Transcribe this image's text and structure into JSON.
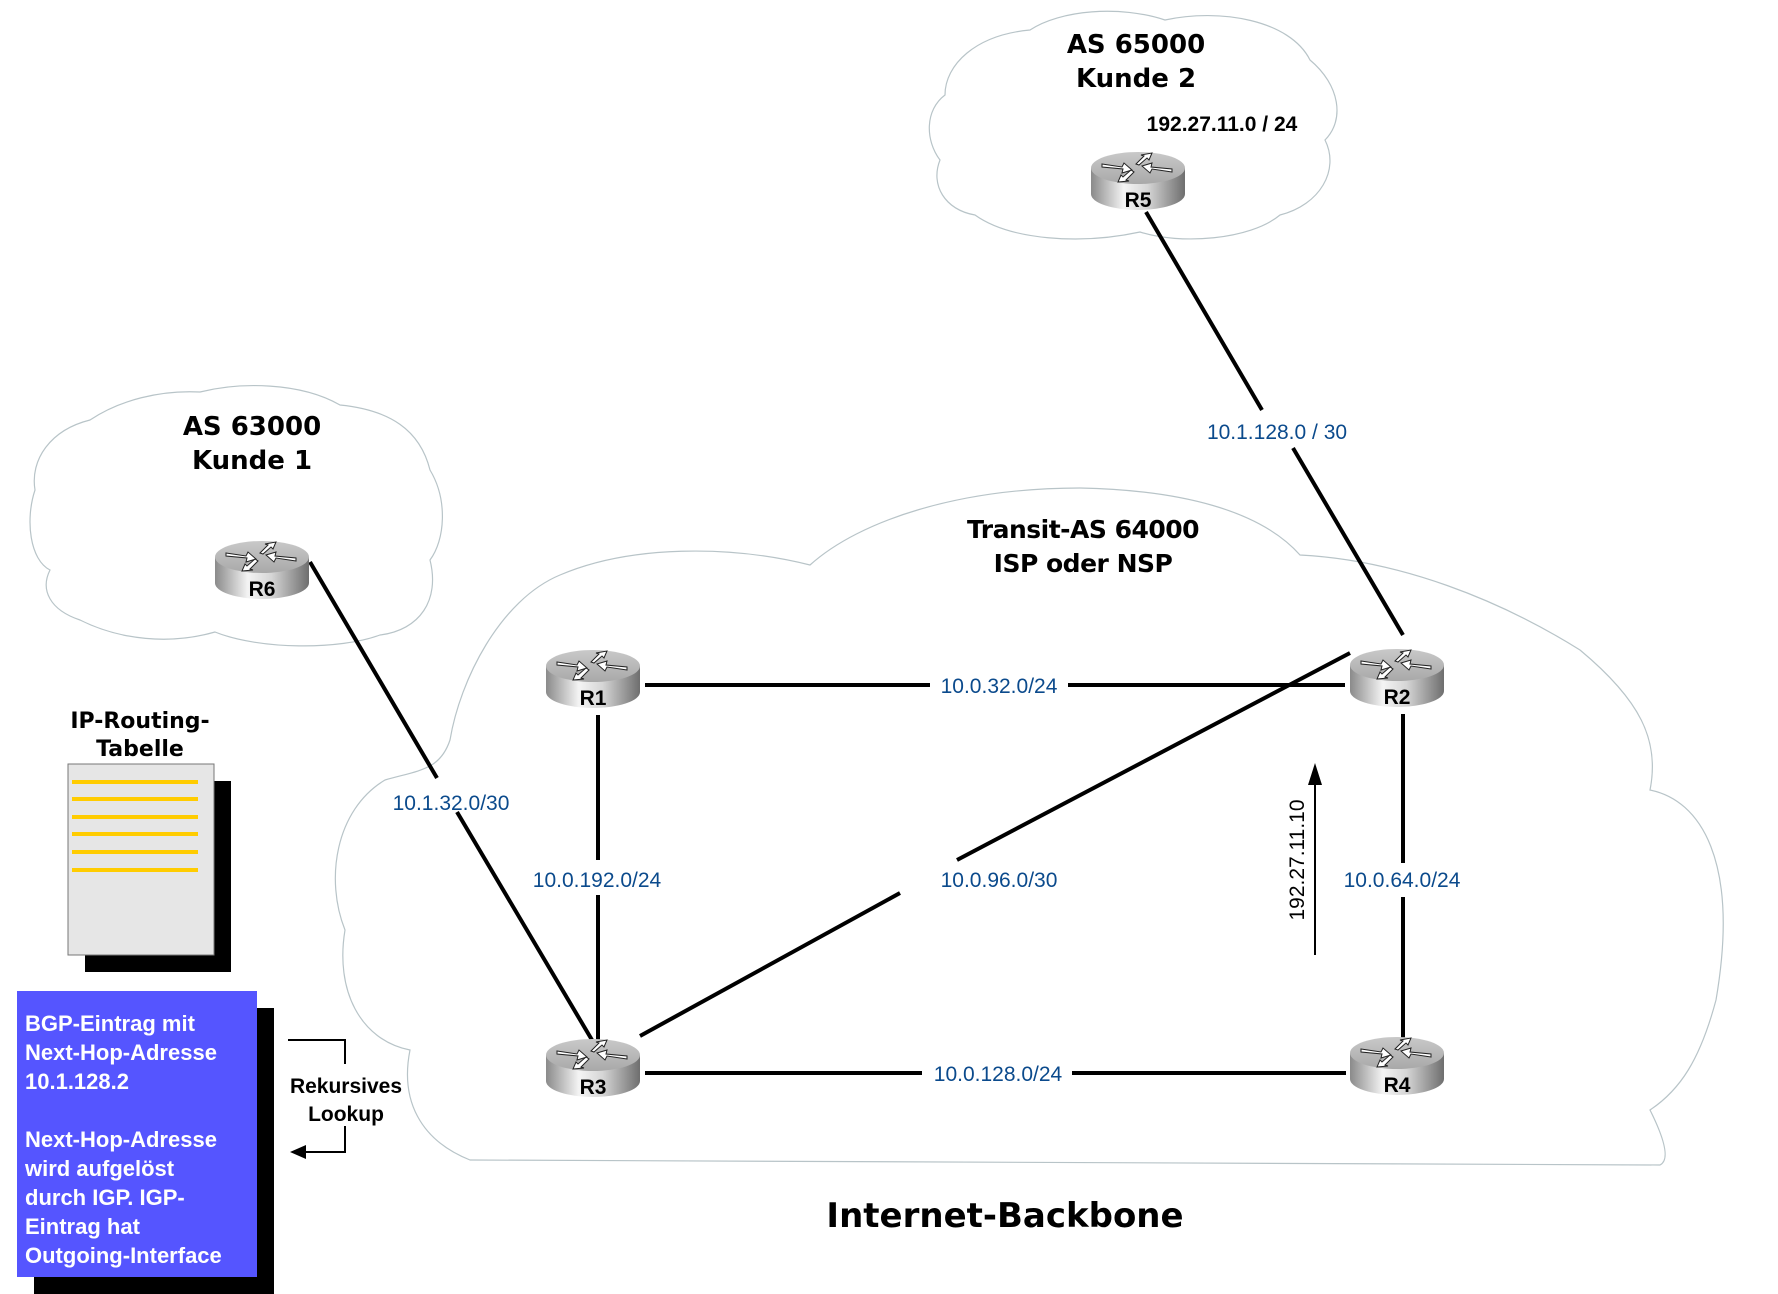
{
  "clouds": {
    "kunde2": {
      "title_line1": "AS 65000",
      "title_line2": "Kunde 2",
      "prefix": "192.27.11.0 / 24"
    },
    "kunde1": {
      "title_line1": "AS 63000",
      "title_line2": "Kunde 1"
    },
    "transit": {
      "title_line1": "Transit-AS 64000",
      "title_line2": "ISP oder NSP"
    }
  },
  "routers": {
    "r1": "R1",
    "r2": "R2",
    "r3": "R3",
    "r4": "R4",
    "r5": "R5",
    "r6": "R6"
  },
  "links": {
    "r5_r2": "10.1.128.0 / 30",
    "r1_r2": "10.0.32.0/24",
    "r1_r3": "10.0.192.0/24",
    "r3_r2": "10.0.96.0/30",
    "r2_r4": "10.0.64.0/24",
    "r3_r4": "10.0.128.0/24",
    "r6_r3": "10.1.32.0/30"
  },
  "path_arrow_label": "192.27.11.10",
  "routing_table": {
    "title_line1": "IP-Routing-",
    "title_line2": "Tabelle"
  },
  "bgp_box": {
    "lines": [
      "BGP-Eintrag mit",
      "Next-Hop-Adresse",
      "10.1.128.2",
      "",
      "Next-Hop-Adresse",
      "wird aufgelöst",
      "durch IGP. IGP-",
      "Eintrag hat",
      "Outgoing-Interface"
    ]
  },
  "lookup": {
    "line1": "Rekursives",
    "line2": "Lookup"
  },
  "footer_title": "Internet-Backbone",
  "colors": {
    "network_label": "#0b4a8c",
    "bgp_box": "#5555ff",
    "table_lines": "#ffcc00"
  }
}
